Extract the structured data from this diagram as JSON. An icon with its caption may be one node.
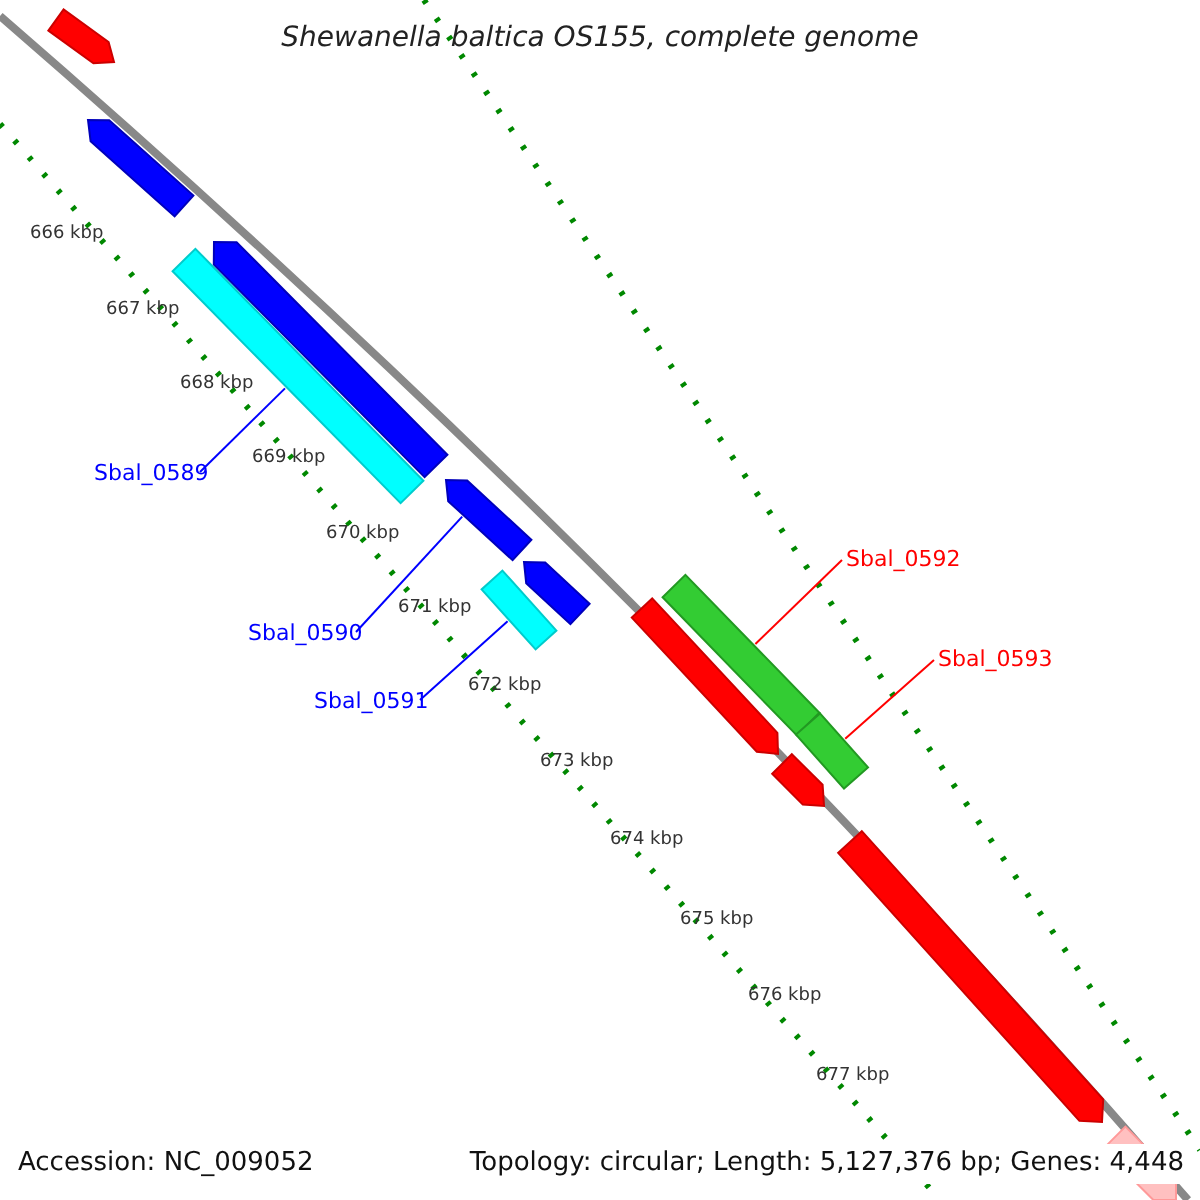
{
  "diagram": {
    "title": "Shewanella baltica OS155, complete genome",
    "nodes": [
      {
        "text": [],
        "shape": "pentagon"
      },
      {
        "text": [],
        "shape": "pentagon"
      },
      {
        "text": [],
        "shape": "pentagon"
      },
      {
        "text": [],
        "shape": "bar"
      },
      {
        "text": [],
        "shape": "pentagon"
      },
      {
        "text": [],
        "shape": "pentagon"
      },
      {
        "text": [],
        "shape": "bar"
      },
      {
        "text": [],
        "shape": "bar"
      },
      {
        "text": [],
        "shape": "bar"
      },
      {
        "text": [],
        "shape": "pentagon"
      },
      {
        "text": [],
        "shape": "pentagon"
      },
      {
        "text": [],
        "shape": "pentagon"
      },
      {
        "text": [],
        "shape": "pentagon"
      },
      {
        "text": [
          "Sbal_0589"
        ]
      },
      {
        "text": [
          "Sbal_0590"
        ]
      },
      {
        "text": [
          "Sbal_0591"
        ]
      },
      {
        "text": [
          "Sbal_0592"
        ]
      },
      {
        "text": [
          "Sbal_0593"
        ]
      }
    ],
    "edges": [
      {
        "from": 13,
        "to": 3,
        "arrow": "none",
        "color": "#0000ff"
      },
      {
        "from": 14,
        "to": 4,
        "arrow": "none",
        "color": "#0000ff"
      },
      {
        "from": 15,
        "to": 6,
        "arrow": "none",
        "color": "#0000ff"
      },
      {
        "from": 16,
        "to": 7,
        "arrow": "none",
        "color": "#ff0000"
      },
      {
        "from": 17,
        "to": 8,
        "arrow": "none",
        "color": "#ff0000"
      }
    ],
    "labels": [
      "666 kbp",
      "667 kbp",
      "668 kbp",
      "669 kbp",
      "670 kbp",
      "671 kbp",
      "672 kbp",
      "673 kbp",
      "674 kbp",
      "675 kbp",
      "676 kbp",
      "677 kbp",
      "Accession: NC_009052",
      "Topology: circular; Length: 5,127,376 bp; Genes: 4,448"
    ]
  }
}
